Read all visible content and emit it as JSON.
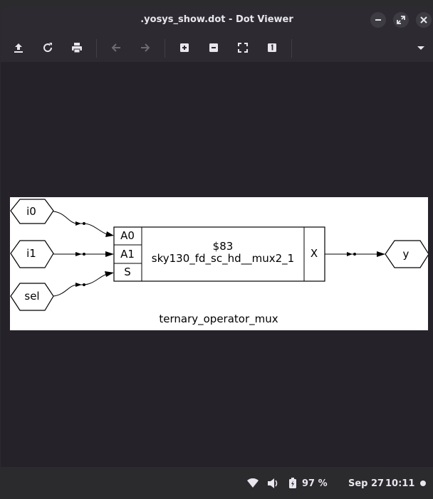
{
  "window": {
    "title": ".yosys_show.dot - Dot Viewer"
  },
  "toolbar": {
    "buttons": [
      {
        "name": "export-icon"
      },
      {
        "name": "refresh-icon"
      },
      {
        "name": "print-icon"
      },
      {
        "name": "back-icon",
        "enabled": false
      },
      {
        "name": "forward-icon",
        "enabled": false
      },
      {
        "name": "zoom-in-icon"
      },
      {
        "name": "zoom-out-icon"
      },
      {
        "name": "zoom-fit-icon"
      },
      {
        "name": "zoom-100-icon"
      },
      {
        "name": "menu-dropdown-icon"
      }
    ]
  },
  "graph": {
    "inputs": [
      "i0",
      "i1",
      "sel"
    ],
    "cell": {
      "ports_in": [
        "A0",
        "A1",
        "S"
      ],
      "id": "$83",
      "type": "sky130_fd_sc_hd__mux2_1",
      "port_out": "X"
    },
    "output": "y",
    "module_label": "ternary_operator_mux"
  },
  "statusbar": {
    "battery": "97 %",
    "date": "Sep 27",
    "time": "10:11"
  },
  "colors": {
    "background": "#252329",
    "titlebar": "#2d2b31",
    "icon": "#e9e6ef",
    "icon_disabled": "#6c6a72",
    "graph_bg": "#ffffff"
  }
}
